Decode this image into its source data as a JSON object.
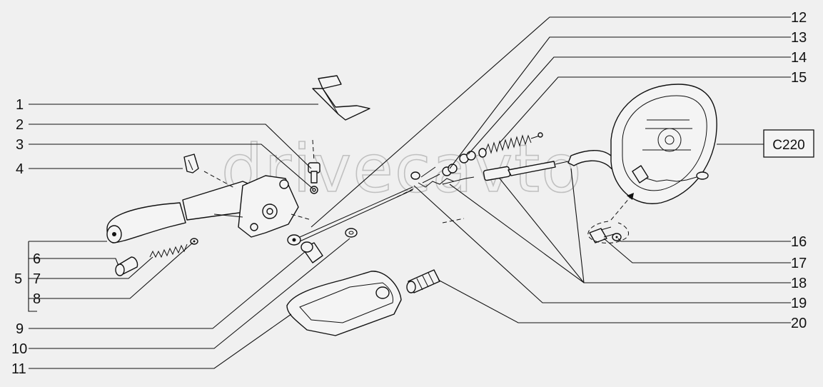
{
  "watermark": "drivecavto",
  "reference_box": {
    "label": "C220"
  },
  "callouts": {
    "c1": "1",
    "c2": "2",
    "c3": "3",
    "c4": "4",
    "c5": "5",
    "c6": "6",
    "c7": "7",
    "c8": "8",
    "c9": "9",
    "c10": "10",
    "c11": "11",
    "c12": "12",
    "c13": "13",
    "c14": "14",
    "c15": "15",
    "c16": "16",
    "c17": "17",
    "c18": "18",
    "c19": "19",
    "c20": "20"
  }
}
